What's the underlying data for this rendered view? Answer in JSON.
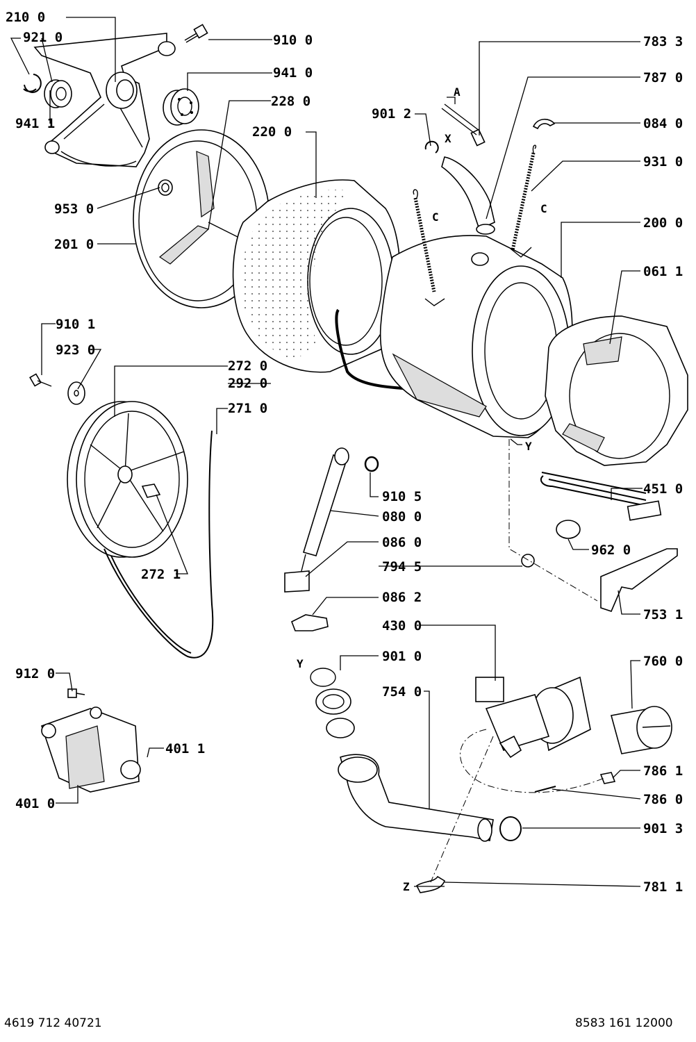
{
  "labels": {
    "l2100": "210 0",
    "l9210": "921 0",
    "l9410a": "941 0",
    "l9411": "941 1",
    "l9100": "910 0",
    "l2280": "228 0",
    "l2200": "220 0",
    "l9530": "953 0",
    "l2010": "201 0",
    "l9012": "901 2",
    "l7833": "783 3",
    "l7870": "787 0",
    "l0840": "084 0",
    "l9310": "931 0",
    "l2000": "200 0",
    "l0611": "061 1",
    "l9101": "910 1",
    "l9230": "923 0",
    "l2720": "272 0",
    "l2920": "292 0",
    "l2710": "271 0",
    "l2721": "272 1",
    "l9105": "910 5",
    "l0800": "080 0",
    "l0860": "086 0",
    "l7945": "794 5",
    "l0862": "086 2",
    "l4510": "451 0",
    "l9620": "962 0",
    "l7531": "753 1",
    "l4300": "430 0",
    "l9010": "901 0",
    "l7540": "754 0",
    "l7600": "760 0",
    "l9120": "912 0",
    "l4011": "401 1",
    "l4010": "401 0",
    "l7861": "786 1",
    "l7860": "786 0",
    "l9013": "901 3",
    "l7811": "781 1"
  },
  "markers": {
    "A": "A",
    "X": "X",
    "C1": "C",
    "C2": "C",
    "Y1": "Y",
    "Y2": "Y",
    "Z": "Z"
  },
  "footer": {
    "left": "4619 712 40721",
    "right": "8583 161 12000"
  }
}
